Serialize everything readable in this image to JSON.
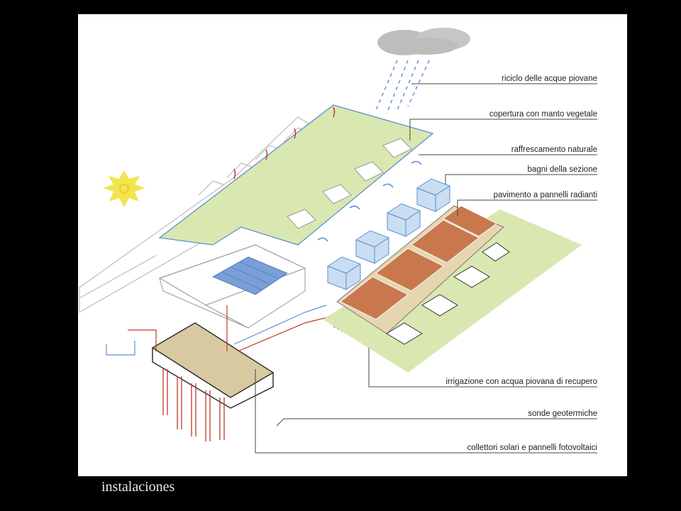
{
  "caption": "instalaciones",
  "labels": [
    "riciclo delle acque piovane",
    "copertura con manto vegetale",
    "raffrescamento naturale",
    "bagni della sezione",
    "pavimento a pannelli radianti",
    "irrigazione con acqua piovana di recupero",
    "sonde geotermiche",
    "collettori solari e pannelli fotovoltaici"
  ],
  "colors": {
    "roof_green": "#d9e8b0",
    "floor_tiles": "#c9784e",
    "water_blue": "#5b8fd0",
    "sun_yellow": "#f2e44a",
    "heat_red": "#c0392b"
  }
}
